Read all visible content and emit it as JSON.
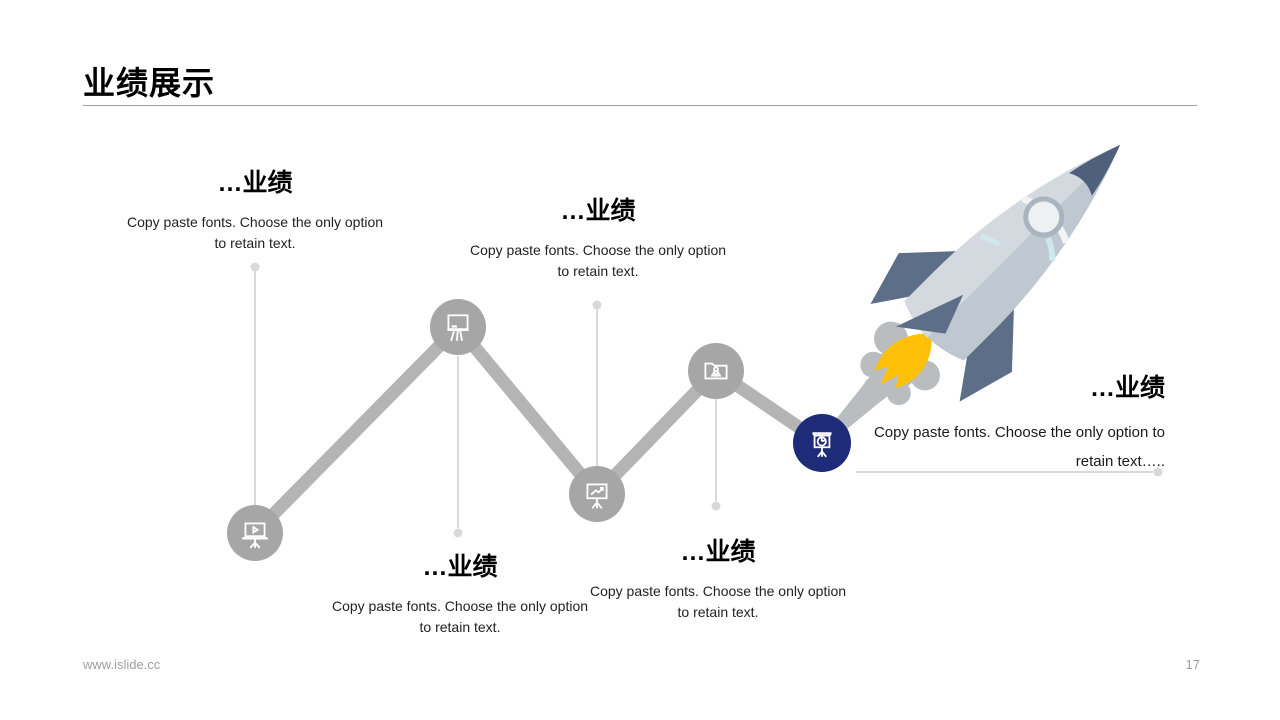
{
  "page": {
    "title": "业绩展示",
    "footer_url": "www.islide.cc",
    "page_number": "17"
  },
  "milestones": [
    {
      "heading": "…业绩",
      "body": "Copy paste fonts. Choose the only option to retain text.",
      "icon": "presentation-play-icon"
    },
    {
      "heading": "…业绩",
      "body": "Copy paste fonts. Choose the only option to retain text.",
      "icon": "whiteboard-easel-icon"
    },
    {
      "heading": "…业绩",
      "body": "Copy paste fonts. Choose the only option to retain text.",
      "icon": "chart-screen-icon"
    },
    {
      "heading": "…业绩",
      "body": "Copy paste fonts. Choose the only option to retain text.",
      "icon": "folder-user-icon"
    },
    {
      "heading": "…业绩",
      "body": "Copy paste fonts. Choose the only option to retain text…..",
      "icon": "pie-presentation-icon"
    }
  ],
  "colors": {
    "accent_navy": "#1E2B78",
    "zigzag_gray": "#B4B4B4",
    "node_gray": "#A6A6A6",
    "leader_gray": "#D9D9D9",
    "flame_yellow": "#FFC107",
    "fin_slate": "#5D6E88",
    "rocket_silver": "#C9D0D7",
    "smoke_gray": "#B9BDC0"
  }
}
